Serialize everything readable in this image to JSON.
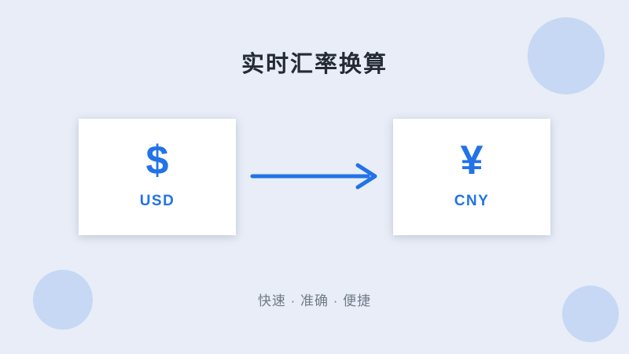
{
  "page": {
    "title": "实时汇率换算",
    "tagline": "快速 · 准确 · 便捷"
  },
  "converter": {
    "from": {
      "symbol": "$",
      "code": "USD"
    },
    "to": {
      "symbol": "¥",
      "code": "CNY"
    },
    "direction": "left-to-right"
  },
  "icons": {
    "from_symbol": "dollar-sign-icon",
    "to_symbol": "yuan-sign-icon",
    "between": "arrow-right-icon"
  },
  "colors": {
    "background": "#e8edf7",
    "accent_blue": "#2273e8",
    "decorative_circle": "#c6d8f3",
    "title_text": "#242b36",
    "tagline_text": "#717a88",
    "card_background": "#ffffff"
  }
}
